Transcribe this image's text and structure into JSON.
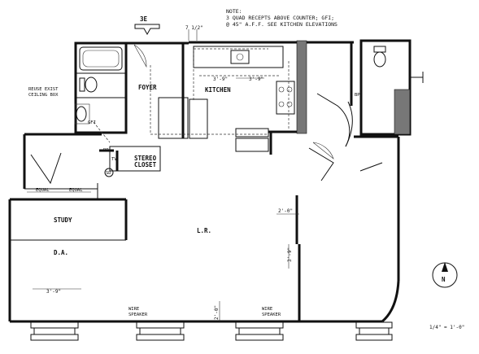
{
  "notes": {
    "line1": "NOTE:",
    "line2": "3 QUAD RECEPTS ABOVE COUNTER; GFI;",
    "line3": "@ 45\" A.F.F. SEE KITCHEN ELEVATIONS"
  },
  "markers": {
    "section_mark": "3E",
    "dim_top": "7 1/2\"",
    "north": "N",
    "scale": "1/4\" = 1'-0\""
  },
  "rooms": {
    "foyer": "FOYER",
    "kitchen": "KITCHEN",
    "stereo_line1": "STEREO",
    "stereo_line2": "CLOSET",
    "study": "STUDY",
    "living_room": "L.R.",
    "dining_area": "D.A."
  },
  "annotations": {
    "reuse_line1": "REUSE EXIST",
    "reuse_line2": "CEILING BOX",
    "gfi": "GFI",
    "bp_left": "BP",
    "tv": "TV",
    "sd": "SD",
    "bp_right": "BP",
    "equal_1": "EQUAL",
    "equal_2": "EQUAL",
    "wire1_line1": "WIRE",
    "wire1_line2": "SPEAKER",
    "wire2_line1": "WIRE",
    "wire2_line2": "SPEAKER"
  },
  "dimensions": {
    "kitchen_a": "3'-9\"",
    "kitchen_b": "3'-9\"",
    "lr_2ft_top": "2'-0\"",
    "lr_3ft": "3'-9\"",
    "da_3ft": "3'-9\"",
    "lr_2ft_bottom": "2'-0\""
  }
}
